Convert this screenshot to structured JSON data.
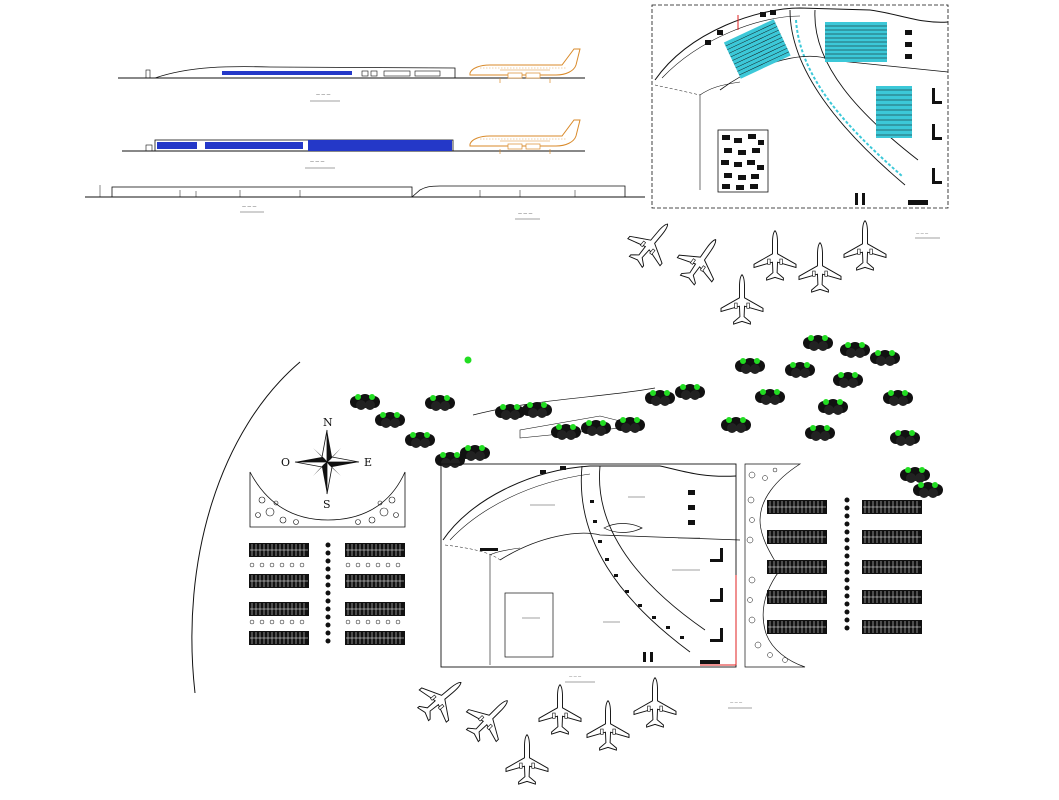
{
  "compass": {
    "north": "N",
    "south": "S",
    "east": "E",
    "west": "O"
  },
  "colors": {
    "line": "#1a1a1a",
    "blue_fill": "#2438c8",
    "aircraft_elevation": "#d98a2a",
    "seating_cyan": "#3cc8d8",
    "tree_green": "#22dd22",
    "red_line": "#e02020"
  },
  "icons": [
    "airplane-icon",
    "tree-cluster-icon",
    "north-arrow-icon",
    "parking-row-icon"
  ]
}
